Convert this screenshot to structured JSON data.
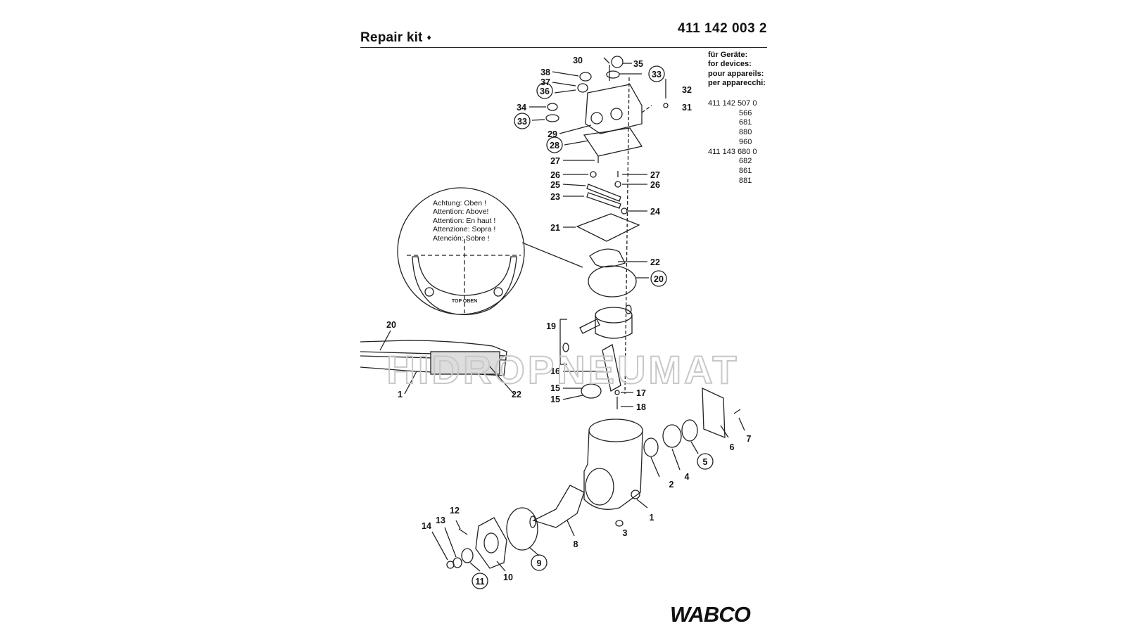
{
  "header": {
    "title": "Repair kit",
    "title_marker": "♦",
    "part_number": "411 142 003 2"
  },
  "devices": {
    "heading": [
      "für Geräte:",
      "for devices:",
      "pour appareils:",
      "per apparecchi:"
    ],
    "list": [
      "411 142 507 0",
      "566",
      "681",
      "880",
      "960",
      "411 143 680 0",
      "682",
      "861",
      "881"
    ]
  },
  "note": {
    "lines": [
      "Achtung: Oben !",
      "Attention: Above!",
      "Attention: En haut !",
      "Attenzione: Sopra !",
      "Atención: Sobre !"
    ],
    "stamp": "TOP OBEN"
  },
  "callouts": {
    "c1": "1",
    "c2": "2",
    "c3": "3",
    "c4": "4",
    "c5": "5",
    "c6": "6",
    "c7": "7",
    "c8": "8",
    "c9": "9",
    "c10": "10",
    "c11": "11",
    "c12": "12",
    "c13": "13",
    "c14": "14",
    "c15a": "15",
    "c15b": "15",
    "c16": "16",
    "c17": "17",
    "c18": "18",
    "c19": "19",
    "c20": "20",
    "c21": "21",
    "c22": "22",
    "c23": "23",
    "c24": "24",
    "c25": "25",
    "c26a": "26",
    "c26b": "26",
    "c27a": "27",
    "c27b": "27",
    "c28": "28",
    "c29": "29",
    "c30": "30",
    "c31": "31",
    "c32": "32",
    "c33a": "33",
    "c33b": "33",
    "c34": "34",
    "c35": "35",
    "c36": "36",
    "c37": "37",
    "c38": "38",
    "detail20": "20",
    "detail1": "1",
    "detail22": "22"
  },
  "watermark": "HIDROPNEUMAT",
  "brand": "WABCO",
  "colors": {
    "ink": "#111111",
    "watermark": "#c8c8c8",
    "background": "#ffffff"
  }
}
